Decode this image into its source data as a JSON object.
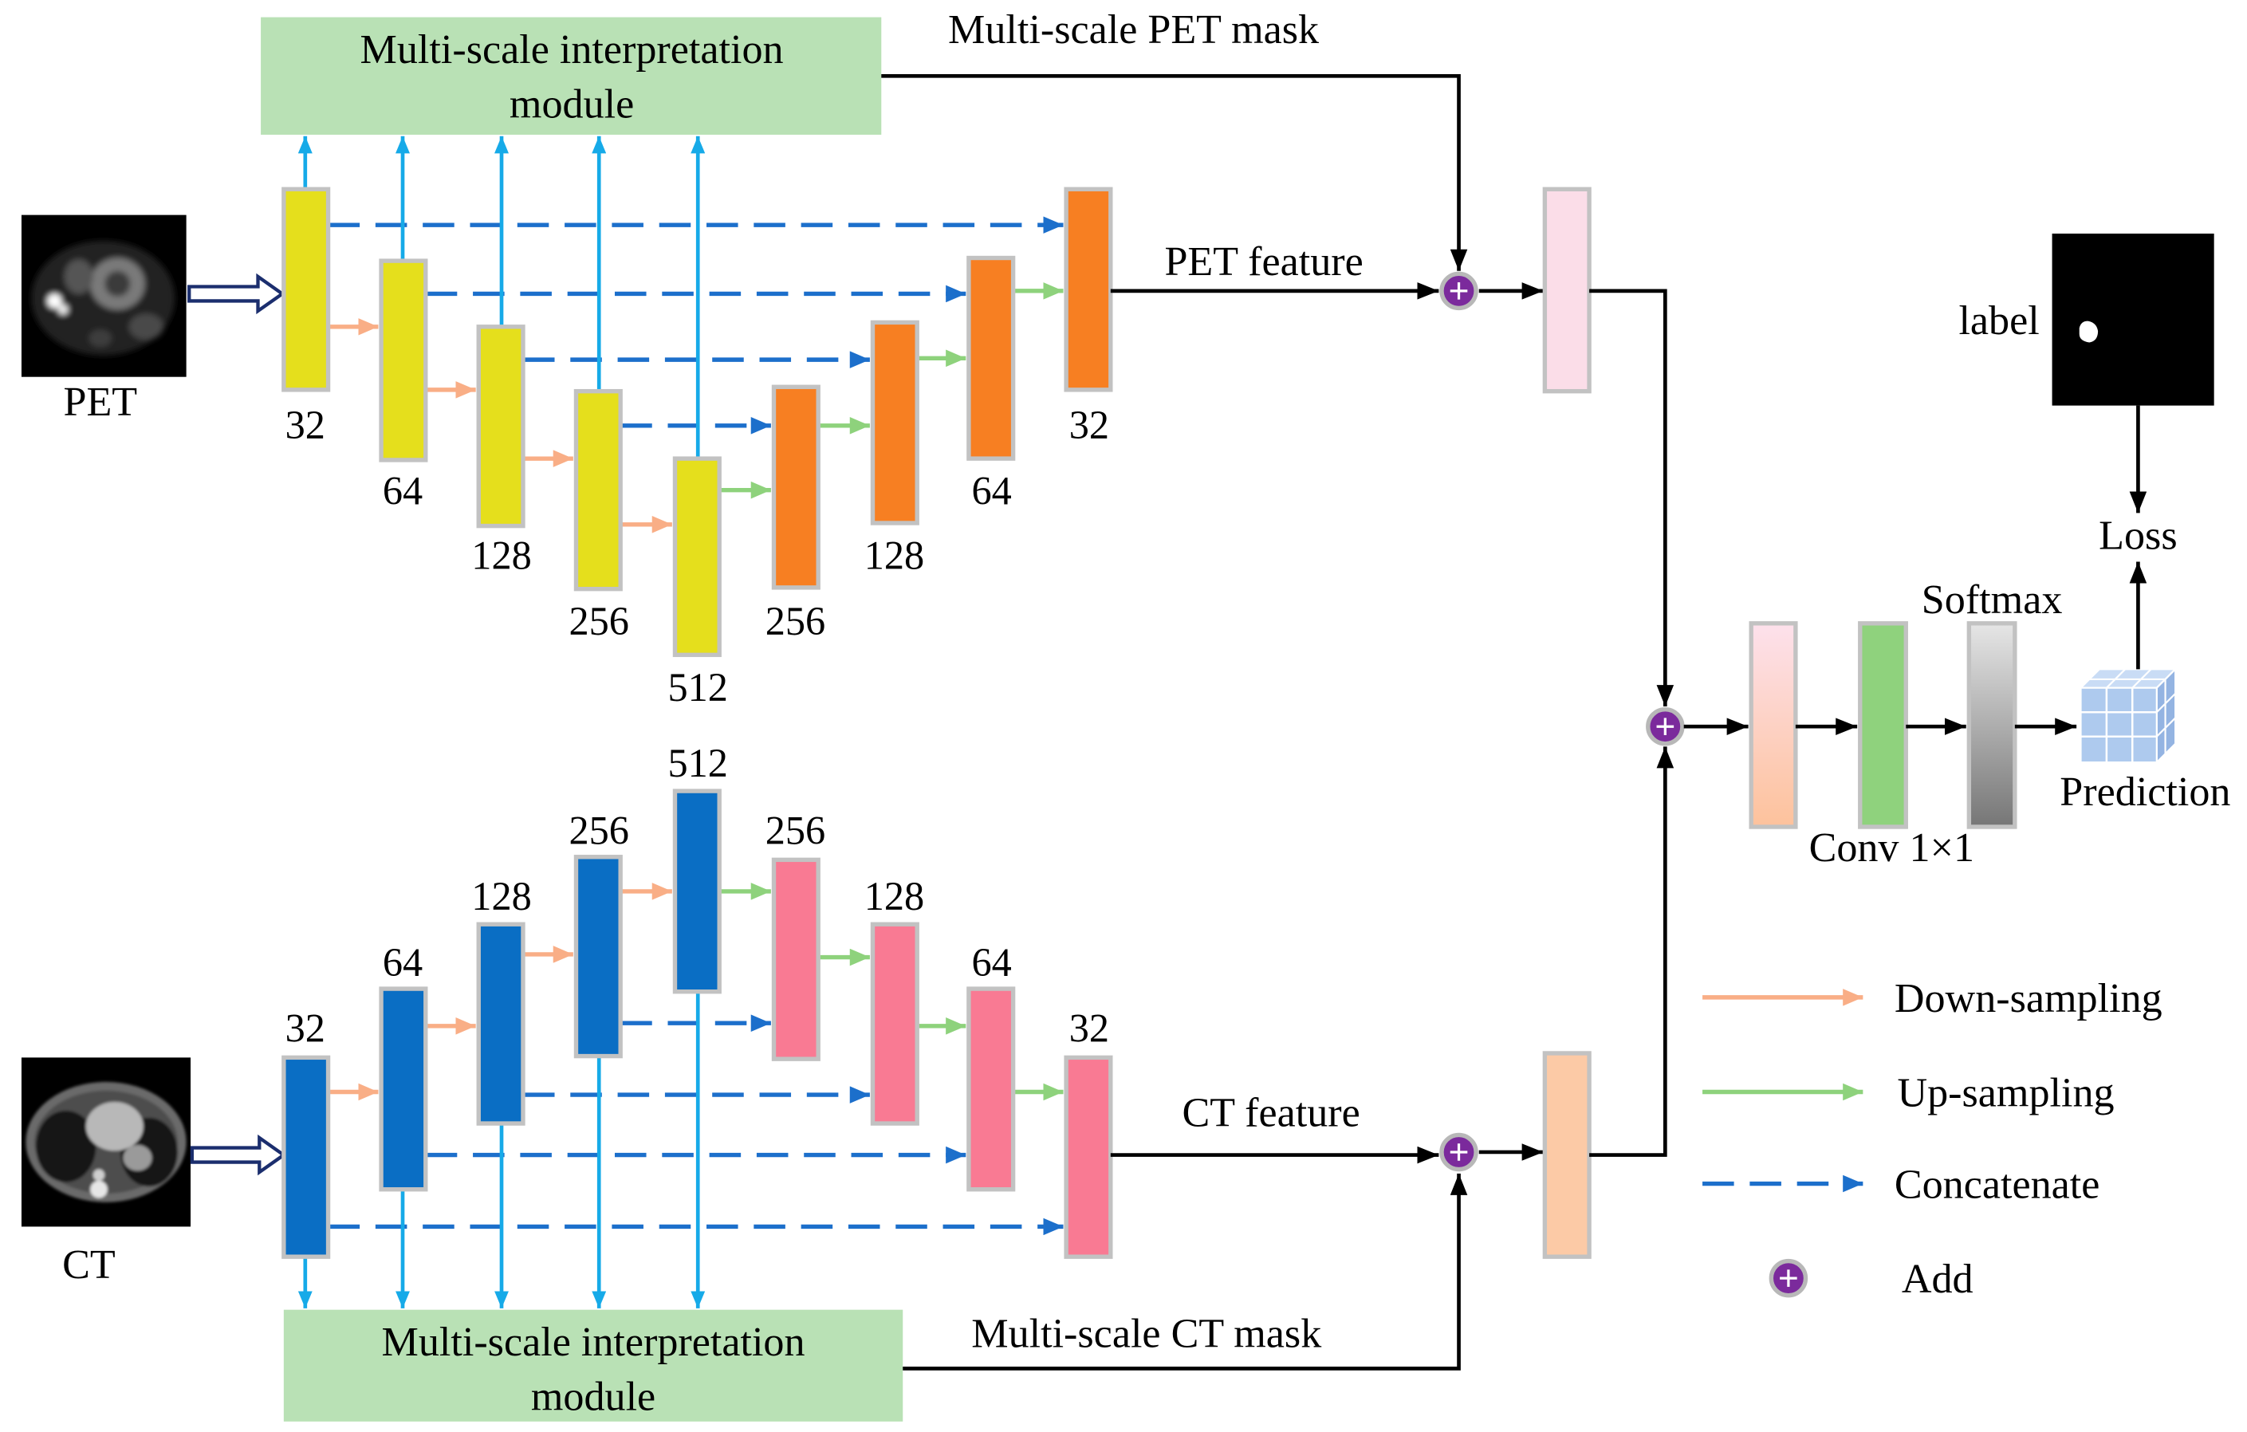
{
  "pet_branch": {
    "input_label": "PET",
    "module": {
      "line1": "Multi-scale interpretation",
      "line2": "module"
    },
    "mask_label": "Multi-scale PET mask",
    "feature_label": "PET feature",
    "encoder_channels": [
      32,
      64,
      128,
      256,
      512
    ],
    "decoder_channels": [
      256,
      128,
      64,
      32
    ]
  },
  "ct_branch": {
    "input_label": "CT",
    "module": {
      "line1": "Multi-scale interpretation",
      "line2": "module"
    },
    "mask_label": "Multi-scale CT mask",
    "feature_label": "CT feature",
    "encoder_channels": [
      32,
      64,
      128,
      256,
      512
    ],
    "decoder_channels": [
      256,
      128,
      64,
      32
    ]
  },
  "head": {
    "softmax_label": "Softmax",
    "conv_label": "Conv 1×1",
    "prediction_label": "Prediction",
    "loss_label": "Loss",
    "ground_truth_label": "label"
  },
  "legend": [
    {
      "label": "Down-sampling",
      "color": "#f9ae86"
    },
    {
      "label": "Up-sampling",
      "color": "#8ed27c"
    },
    {
      "label": "Concatenate",
      "color": "#1c6fcb"
    },
    {
      "label": "Add",
      "color": "#7b2a9c"
    }
  ],
  "colors": {
    "pet_encoder": "#e5df1c",
    "pet_decoder": "#f77f22",
    "ct_encoder": "#0a6ec4",
    "ct_decoder": "#f97a93",
    "module_bg": "#b9e1b5",
    "module_link": "#16aae8",
    "pet_fusion": "#fbdde8",
    "ct_fusion": "#fccaa6",
    "conv": "#8fd27d"
  }
}
